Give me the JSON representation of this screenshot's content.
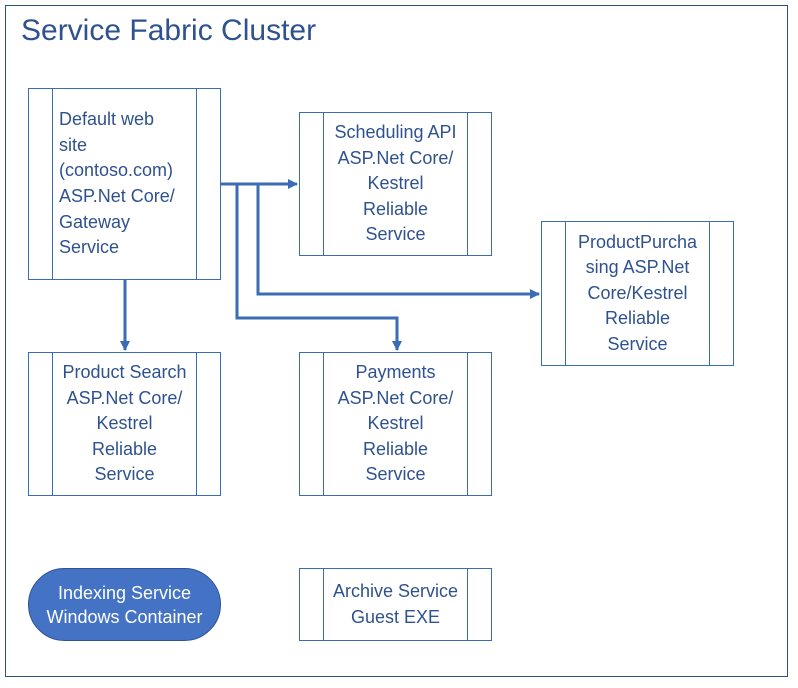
{
  "title": "Service Fabric Cluster",
  "colors": {
    "line": "#3a6db5",
    "text": "#2f528f",
    "oval_fill": "#4472c4",
    "oval_text": "#ffffff"
  },
  "nodes": {
    "gateway": [
      "Default web",
      "site",
      "(contoso.com)",
      "ASP.Net Core/",
      "Gateway",
      "Service"
    ],
    "scheduling": [
      "Scheduling API",
      "ASP.Net Core/",
      "Kestrel",
      "Reliable",
      "Service"
    ],
    "purchasing": [
      "ProductPurcha",
      "sing ASP.Net",
      "Core/Kestrel",
      "Reliable",
      "Service"
    ],
    "product_search": [
      "Product Search",
      "ASP.Net Core/",
      "Kestrel",
      "Reliable",
      "Service"
    ],
    "payments": [
      "Payments",
      "ASP.Net Core/",
      "Kestrel",
      "Reliable",
      "Service"
    ],
    "archive": [
      "Archive Service",
      "Guest EXE"
    ],
    "indexing": [
      "Indexing Service",
      "Windows Container"
    ]
  }
}
